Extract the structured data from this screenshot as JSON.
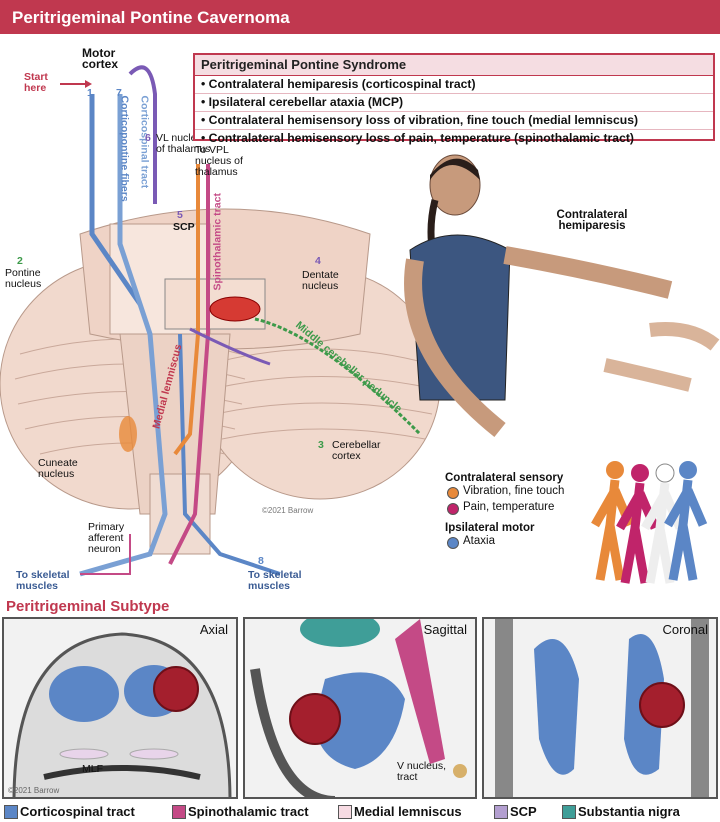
{
  "title": "Peritrigeminal Pontine Cavernoma",
  "syndrome": {
    "heading": "Peritrigeminal Pontine Syndrome",
    "items": [
      "• Contralateral hemiparesis (corticospinal tract)",
      "• Ipsilateral cerebellar ataxia (MCP)",
      "• Contralateral hemisensory loss of vibration, fine touch (medial lemniscus)",
      "• Contralateral hemisensory loss of pain, temperature (spinothalamic tract)"
    ]
  },
  "labels": {
    "motor_cortex": "Motor cortex",
    "start_here": "Start here",
    "n1": "1",
    "n2": "2",
    "n3": "3",
    "n4": "4",
    "n5": "5",
    "n6": "6",
    "n7": "7",
    "n8": "8",
    "corticopontine": "Corticopontine fibers",
    "corticospinal": "Corticospinal tract",
    "vl": "VL nucleus of thalamus",
    "vpl": "To VPL nucleus of thalamus",
    "scp": "SCP",
    "spinothalamic": "Spinothalamic tract",
    "pontine_nucleus": "Pontine nucleus",
    "dentate": "Dentate nucleus",
    "medial_lemniscus": "Medial lemniscus",
    "mcp": "Middle cerebellar peduncle",
    "cerebellar_cortex": "Cerebellar cortex",
    "cuneate": "Cuneate nucleus",
    "primary_afferent": "Primary afferent neuron",
    "to_skeletal_left": "To skeletal muscles",
    "to_skeletal_right": "To skeletal muscles",
    "copyright": "©2021 Barrow",
    "contralateral_hemiparesis": "Contralateral hemiparesis"
  },
  "side_legend": {
    "sensory_heading": "Contralateral sensory",
    "vibration": "Vibration, fine touch",
    "pain": "Pain, temperature",
    "motor_heading": "Ipsilateral motor",
    "ataxia": "Ataxia"
  },
  "subtype": {
    "title": "Peritrigeminal Subtype",
    "axial": "Axial",
    "sagittal": "Sagittal",
    "coronal": "Coronal",
    "mlf": "MLF",
    "v_nucleus": "V nucleus, tract",
    "copyright": "©2021 Barrow"
  },
  "legend": [
    {
      "label": "Corticospinal tract",
      "color": "#5b86c6"
    },
    {
      "label": "Spinothalamic tract",
      "color": "#c44a86"
    },
    {
      "label": "Medial lemniscus",
      "color": "#f7dbe3"
    },
    {
      "label": "SCP",
      "color": "#b39fd0"
    },
    {
      "label": "Substantia nigra",
      "color": "#3f9e98"
    }
  ],
  "colors": {
    "accent": "#c0384f",
    "corticospinal": "#5b86c6",
    "spinothalamic": "#c44a86",
    "lemniscus": "#e8893a",
    "mcp": "#3d9a4a",
    "scp": "#7a5ab5"
  }
}
